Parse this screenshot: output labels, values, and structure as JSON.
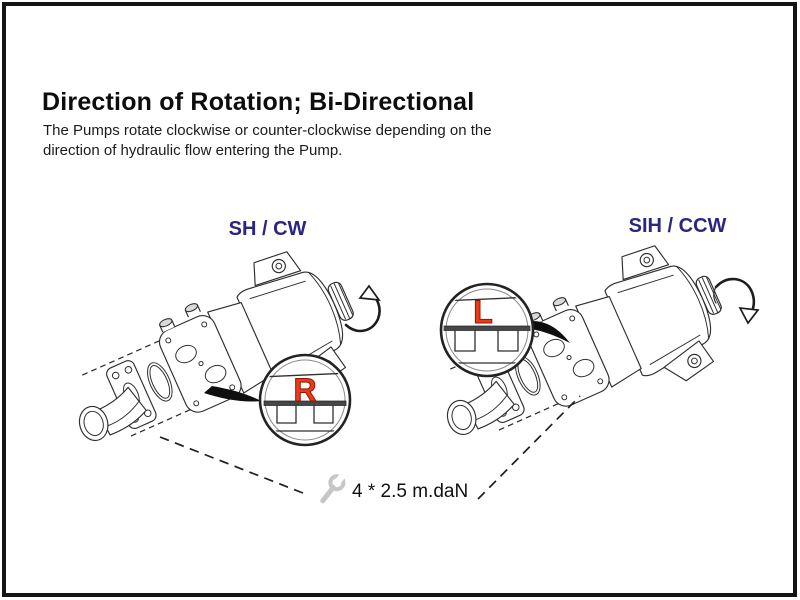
{
  "page": {
    "title": "Direction of Rotation; Bi-Directional",
    "subtitle": [
      "The Pumps rotate clockwise or counter-clockwise depending on the",
      "direction of hydraulic flow entering the Pump."
    ]
  },
  "figures": {
    "left": {
      "label": "SH / CW",
      "detail_letter": "R",
      "rotation_icon": "clockwise-arrow-icon"
    },
    "right": {
      "label": "SIH / CCW",
      "detail_letter": "L",
      "rotation_icon": "counter-clockwise-arrow-icon"
    }
  },
  "torque_note": {
    "text": "4 * 2.5 m.daN",
    "icon": "wrench-icon"
  },
  "colors": {
    "label_navy": "#2b2680",
    "detail_letter_red": "#ea3a17",
    "frame_black": "#141414"
  }
}
